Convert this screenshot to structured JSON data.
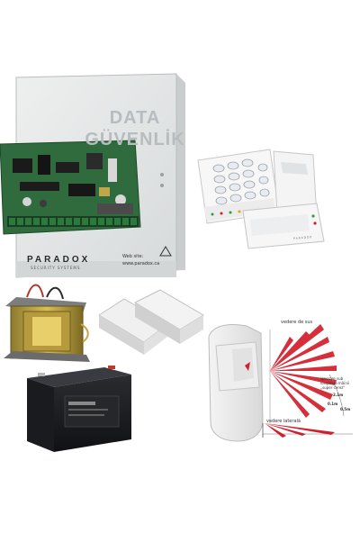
{
  "cabinet": {
    "watermark_line1": "DATA",
    "watermark_line2": "GÜVENLİK",
    "brand": "PARADOX",
    "brand_sub": "SECURITY SYSTEMS",
    "web_label": "Web site:",
    "web_url": "www.paradox.ca"
  },
  "keypad": {
    "brand": "PARADOX"
  },
  "detector_diagram": {
    "top_label": "vedere de sus",
    "side_label": "vedere laterală",
    "pet_label_line1": "ignorare sub",
    "pet_label_line2": "lungimea mâinii",
    "pet_label_line3": "„super cerez\"",
    "dim_1": "2.1m",
    "dim_2": "0.1m",
    "dim_3": "0.5m"
  },
  "colors": {
    "cabinet": "#e4e6e6",
    "pcb": "#2f6b3c",
    "beam": "#d21e2b",
    "battery": "#1e1f22"
  }
}
